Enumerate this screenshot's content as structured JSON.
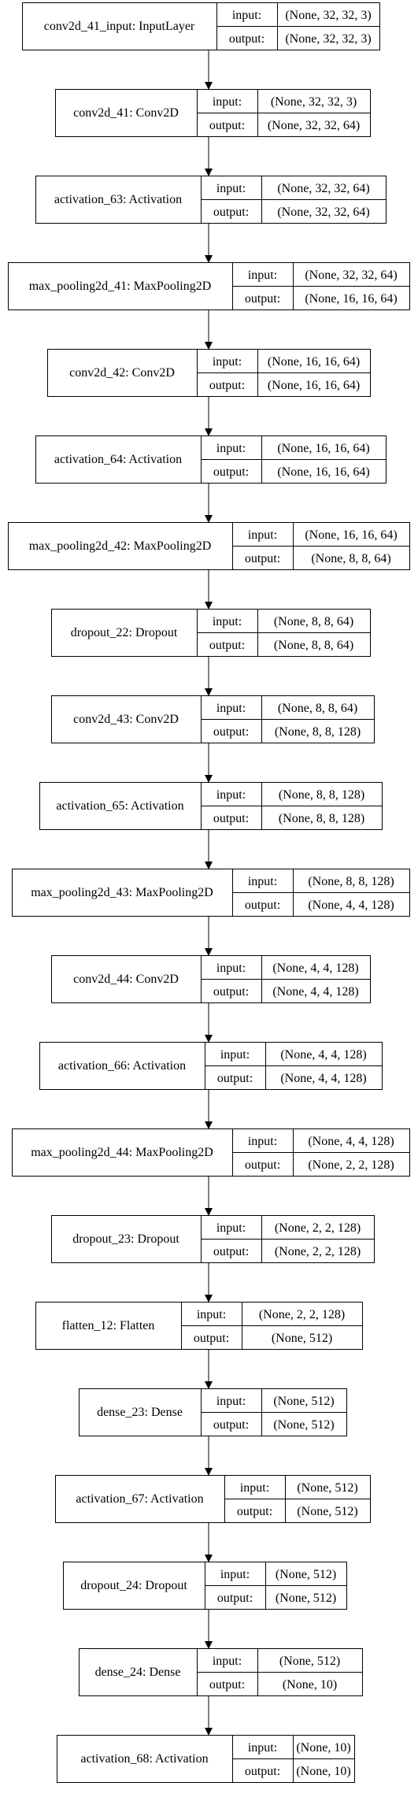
{
  "diagram": {
    "type": "keras-model-plot",
    "port_labels": {
      "input": "input:",
      "output": "output:"
    },
    "layers": [
      {
        "name": "conv2d_41_input: InputLayer",
        "input": "(None, 32, 32, 3)",
        "output": "(None, 32, 32, 3)"
      },
      {
        "name": "conv2d_41: Conv2D",
        "input": "(None, 32, 32, 3)",
        "output": "(None, 32, 32, 64)"
      },
      {
        "name": "activation_63: Activation",
        "input": "(None, 32, 32, 64)",
        "output": "(None, 32, 32, 64)"
      },
      {
        "name": "max_pooling2d_41: MaxPooling2D",
        "input": "(None, 32, 32, 64)",
        "output": "(None, 16, 16, 64)"
      },
      {
        "name": "conv2d_42: Conv2D",
        "input": "(None, 16, 16, 64)",
        "output": "(None, 16, 16, 64)"
      },
      {
        "name": "activation_64: Activation",
        "input": "(None, 16, 16, 64)",
        "output": "(None, 16, 16, 64)"
      },
      {
        "name": "max_pooling2d_42: MaxPooling2D",
        "input": "(None, 16, 16, 64)",
        "output": "(None, 8, 8, 64)"
      },
      {
        "name": "dropout_22: Dropout",
        "input": "(None, 8, 8, 64)",
        "output": "(None, 8, 8, 64)"
      },
      {
        "name": "conv2d_43: Conv2D",
        "input": "(None, 8, 8, 64)",
        "output": "(None, 8, 8, 128)"
      },
      {
        "name": "activation_65: Activation",
        "input": "(None, 8, 8, 128)",
        "output": "(None, 8, 8, 128)"
      },
      {
        "name": "max_pooling2d_43: MaxPooling2D",
        "input": "(None, 8, 8, 128)",
        "output": "(None, 4, 4, 128)"
      },
      {
        "name": "conv2d_44: Conv2D",
        "input": "(None, 4, 4, 128)",
        "output": "(None, 4, 4, 128)"
      },
      {
        "name": "activation_66: Activation",
        "input": "(None, 4, 4, 128)",
        "output": "(None, 4, 4, 128)"
      },
      {
        "name": "max_pooling2d_44: MaxPooling2D",
        "input": "(None, 4, 4, 128)",
        "output": "(None, 2, 2, 128)"
      },
      {
        "name": "dropout_23: Dropout",
        "input": "(None, 2, 2, 128)",
        "output": "(None, 2, 2, 128)"
      },
      {
        "name": "flatten_12: Flatten",
        "input": "(None, 2, 2, 128)",
        "output": "(None, 512)"
      },
      {
        "name": "dense_23: Dense",
        "input": "(None, 512)",
        "output": "(None, 512)"
      },
      {
        "name": "activation_67: Activation",
        "input": "(None, 512)",
        "output": "(None, 512)"
      },
      {
        "name": "dropout_24: Dropout",
        "input": "(None, 512)",
        "output": "(None, 512)"
      },
      {
        "name": "dense_24: Dense",
        "input": "(None, 512)",
        "output": "(None, 10)"
      },
      {
        "name": "activation_68: Activation",
        "input": "(None, 10)",
        "output": "(None, 10)"
      }
    ]
  }
}
